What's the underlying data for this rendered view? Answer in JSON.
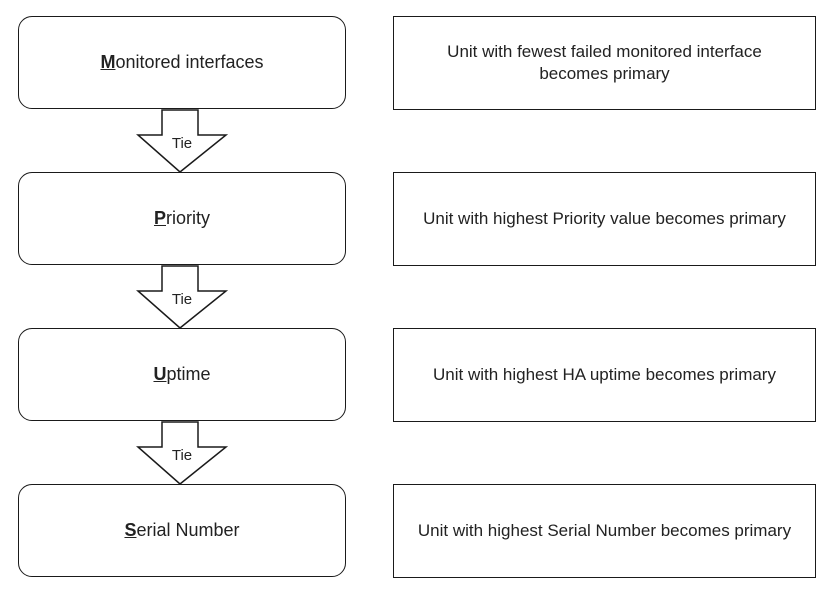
{
  "steps": [
    {
      "initial": "M",
      "rest": "onitored interfaces",
      "result_lines": [
        "Unit with fewest failed monitored interface",
        "becomes primary"
      ]
    },
    {
      "initial": "P",
      "rest": "riority",
      "result_lines": [
        "Unit with highest Priority value becomes primary"
      ]
    },
    {
      "initial": "U",
      "rest": "ptime",
      "result_lines": [
        "Unit with highest HA uptime becomes primary"
      ]
    },
    {
      "initial": "S",
      "rest": "erial Number",
      "result_lines": [
        "Unit with highest Serial Number becomes primary"
      ]
    }
  ],
  "connectors": [
    {
      "label": "Tie"
    },
    {
      "label": "Tie"
    },
    {
      "label": "Tie"
    }
  ],
  "colors": {
    "stroke": "#1a1a1a",
    "fill": "#ffffff",
    "text": "#222222"
  },
  "icons": {
    "connector": "down-arrow-icon"
  }
}
